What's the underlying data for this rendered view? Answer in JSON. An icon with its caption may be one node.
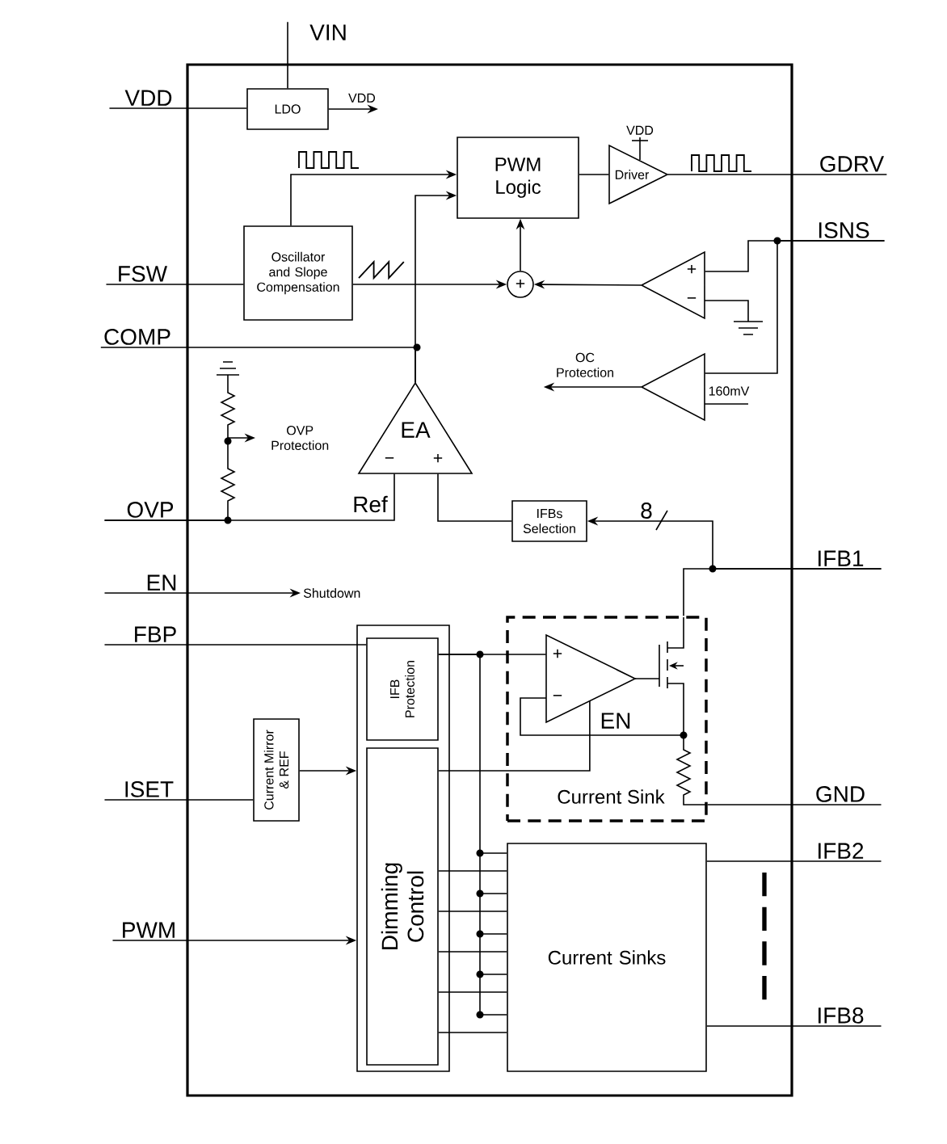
{
  "diagram": {
    "nodes": [
      {
        "text": [
          "VIN"
        ]
      },
      {
        "text": [
          "VDD"
        ]
      },
      {
        "text": [
          "LDO"
        ]
      },
      {
        "text": [
          "VDD"
        ]
      },
      {
        "text": [
          "PWM Logic"
        ]
      },
      {
        "text": [
          "VDD"
        ]
      },
      {
        "text": [
          "Driver"
        ]
      },
      {
        "text": [
          "GDRV"
        ]
      },
      {
        "text": [
          "Oscillator and Slope Compensation"
        ]
      },
      {
        "text": [
          "FSW"
        ]
      },
      {
        "text": [
          "+"
        ]
      },
      {
        "text": [
          "+",
          "−"
        ]
      },
      {
        "text": [
          "ISNS"
        ]
      },
      {
        "text": [
          "COMP"
        ]
      },
      {
        "text": [],
        "shape": "triangle",
        "beside": [
          "160mV"
        ]
      },
      {
        "text": [
          "OC Protection"
        ]
      },
      {
        "text": [
          "OVP Protection"
        ]
      },
      {
        "text": [
          "EA",
          "−",
          "+"
        ]
      },
      {
        "text": [
          "OVP"
        ]
      },
      {
        "text": [
          "IFBs Selection"
        ]
      },
      {
        "text": [
          "EN"
        ]
      },
      {
        "text": [
          "Shutdown"
        ]
      },
      {
        "text": [
          "IFB1"
        ]
      },
      {
        "text": [
          "FBP"
        ]
      },
      {
        "text": [],
        "shape": "box"
      },
      {
        "text": [
          "IFB Protection"
        ],
        "in": 24
      },
      {
        "text": [
          "Dimming Control"
        ],
        "in": 24
      },
      {
        "text": [
          "Current Sink"
        ]
      },
      {
        "text": [
          "+",
          "−"
        ],
        "in": 27
      },
      {
        "text": [
          "ISET"
        ]
      },
      {
        "text": [
          "Current Mirror & REF"
        ]
      },
      {
        "text": [
          "GND"
        ]
      },
      {
        "text": [
          "PWM"
        ]
      },
      {
        "text": [
          "Current Sinks"
        ]
      },
      {
        "text": [
          "IFB2"
        ]
      },
      {
        "text": [
          "IFB8"
        ]
      }
    ],
    "edges": [
      {
        "from": 0,
        "to": 2,
        "arrow": "none"
      },
      {
        "from": 1,
        "to": 2,
        "arrow": "none"
      },
      {
        "from": 2,
        "to": 3,
        "arrow": "to"
      },
      {
        "from": 8,
        "to": 4,
        "arrow": "to"
      },
      {
        "from": 8,
        "to": 10,
        "arrow": "to"
      },
      {
        "from": 10,
        "to": 4,
        "arrow": "to"
      },
      {
        "from": 4,
        "to": 6,
        "arrow": "none"
      },
      {
        "from": 5,
        "to": 6,
        "arrow": "none"
      },
      {
        "from": 6,
        "to": 7,
        "arrow": "none"
      },
      {
        "from": 9,
        "to": 8,
        "arrow": "none"
      },
      {
        "from": 12,
        "to": 11,
        "arrow": "none"
      },
      {
        "from": 11,
        "to": 10,
        "arrow": "to"
      },
      {
        "from": 12,
        "to": 14,
        "arrow": "none"
      },
      {
        "from": 14,
        "to": 15,
        "arrow": "to"
      },
      {
        "from": 13,
        "to": 17,
        "arrow": "none"
      },
      {
        "from": 17,
        "to": 4,
        "arrow": "to"
      },
      {
        "from": 18,
        "to": 17,
        "arrow": "none",
        "label": "Ref"
      },
      {
        "from": 18,
        "to": 16,
        "arrow": "to"
      },
      {
        "from": 19,
        "to": 17,
        "arrow": "none"
      },
      {
        "from": 22,
        "to": 19,
        "arrow": "to",
        "label": "8"
      },
      {
        "from": 20,
        "to": 21,
        "arrow": "to"
      },
      {
        "from": 22,
        "to": 27,
        "arrow": "none"
      },
      {
        "from": 27,
        "to": 31,
        "arrow": "none"
      },
      {
        "from": 23,
        "to": 25,
        "arrow": "none"
      },
      {
        "from": 29,
        "to": 30,
        "arrow": "none"
      },
      {
        "from": 30,
        "to": 24,
        "arrow": "to"
      },
      {
        "from": 32,
        "to": 24,
        "arrow": "to"
      },
      {
        "from": 25,
        "to": 28,
        "arrow": "none"
      },
      {
        "from": 26,
        "to": 28,
        "arrow": "none"
      },
      {
        "from": 25,
        "to": 33,
        "arrow": "none"
      },
      {
        "from": 26,
        "to": 33,
        "arrow": "none"
      },
      {
        "from": 33,
        "to": 34,
        "arrow": "none"
      },
      {
        "from": 33,
        "to": 35,
        "arrow": "none"
      }
    ],
    "labels": [
      "EN"
    ]
  }
}
